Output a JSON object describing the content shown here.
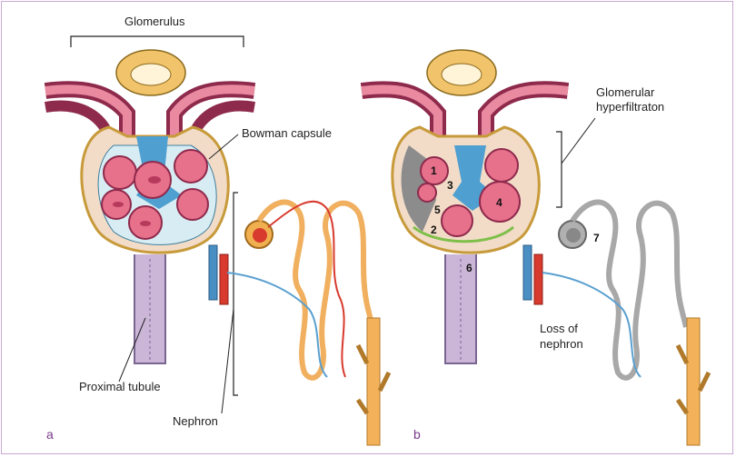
{
  "labels": {
    "glomerulus": "Glomerulus",
    "bowman_capsule": "Bowman capsule",
    "proximal_tubule": "Proximal tubule",
    "nephron": "Nephron",
    "glomerular_hyperfiltration_line1": "Glomerular",
    "glomerular_hyperfiltration_line2": "hyperfiltraton",
    "loss_of_nephron_line1": "Loss of",
    "loss_of_nephron_line2": "nephron"
  },
  "panels": {
    "a": "a",
    "b": "b"
  },
  "markers": [
    "1",
    "2",
    "3",
    "4",
    "5",
    "6",
    "7"
  ],
  "colors": {
    "frame": "#c9a8d3",
    "panel_letter": "#7a3a8c",
    "capsule_fill": "#f2dcc8",
    "capsule_outline": "#c79a3a",
    "capillary": "#e2607c",
    "capillary_dark": "#a8234a",
    "mesangium": "#4f9fd0",
    "tubule": "#b9a3c9",
    "artery": "#d83a2e",
    "vein": "#4a8fc4",
    "collecting_duct": "#f3b25a",
    "sclerosis_grey": "#8c8c8c"
  }
}
